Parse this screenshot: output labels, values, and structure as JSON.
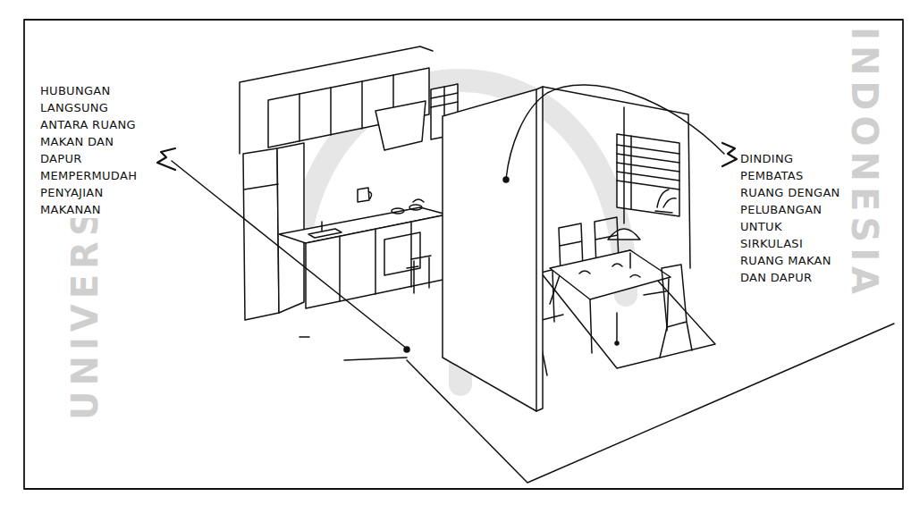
{
  "diagram": {
    "labels": [
      "HUBUNGAN LANGSUNG ANTARA RUANG MAKAN DAN DAPUR MEMPERMUDAH PENYAJIAN MAKANAN",
      "DINDING PEMBATAS RUANG DENGAN PELUBANGAN UNTUK SIRKULASI RUANG MAKAN DAN DAPUR",
      "UNIVERSITAS",
      "INDONESIA"
    ]
  }
}
